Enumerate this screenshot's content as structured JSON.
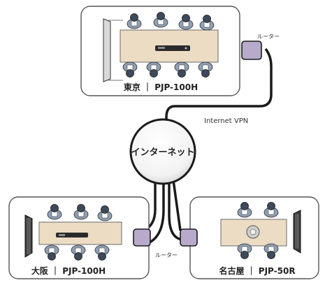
{
  "sites": {
    "tokyo": {
      "label": "東京 ｜ PJP-100H"
    },
    "osaka": {
      "label": "大阪 ｜ PJP-100H"
    },
    "nagoya": {
      "label": "名古屋 ｜ PJP-50R"
    }
  },
  "internet": {
    "label": "インターネット"
  },
  "vpn": {
    "label": "Internet VPN"
  },
  "routers": {
    "top_label": "ルーター",
    "bottom_label": "ルーター"
  },
  "colors": {
    "table": "#ecdcc4",
    "router": "#b8aacb",
    "cable": "#1a1a1a",
    "frame": "#555555",
    "person_head": "#3c4a5c",
    "person_body": "#8fa0b3"
  }
}
